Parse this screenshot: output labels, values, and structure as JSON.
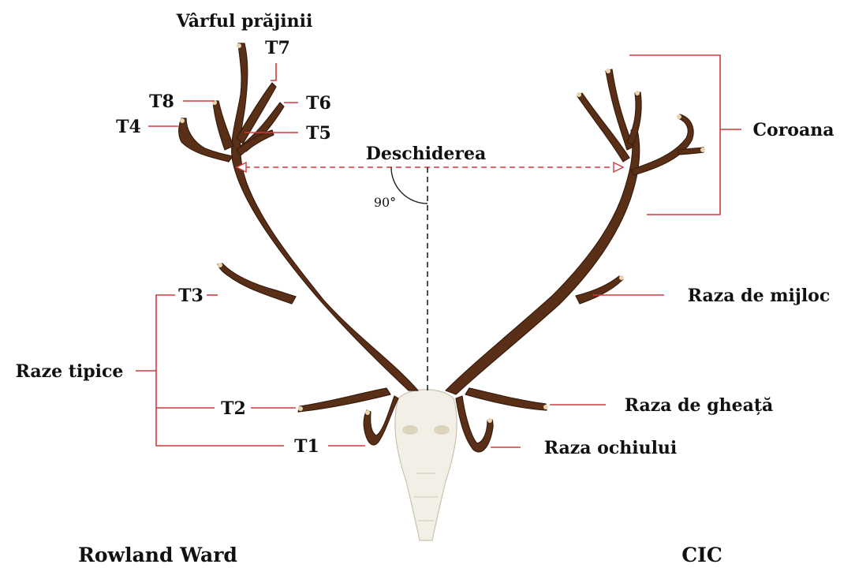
{
  "labels": {
    "beam_tip": "Vârful prăjinii",
    "t7": "T7",
    "t8": "T8",
    "t6": "T6",
    "t4": "T4",
    "t5": "T5",
    "spread": "Deschiderea",
    "angle": "90°",
    "crown": "Coroana",
    "t3": "T3",
    "trez": "Raza de mijloc",
    "typical_points": "Raze tipice",
    "t2": "T2",
    "bez": "Raza de gheață",
    "t1": "T1",
    "brow": "Raza ochiului",
    "rowland_ward": "Rowland Ward",
    "cic": "CIC"
  },
  "colors": {
    "antler": "#5a2f17",
    "tine_tip": "#e8d6b3",
    "skull": "#f2efe6",
    "leader_line": "#d23b3b",
    "spread_line": "#d23b3b",
    "midline": "#222222"
  }
}
